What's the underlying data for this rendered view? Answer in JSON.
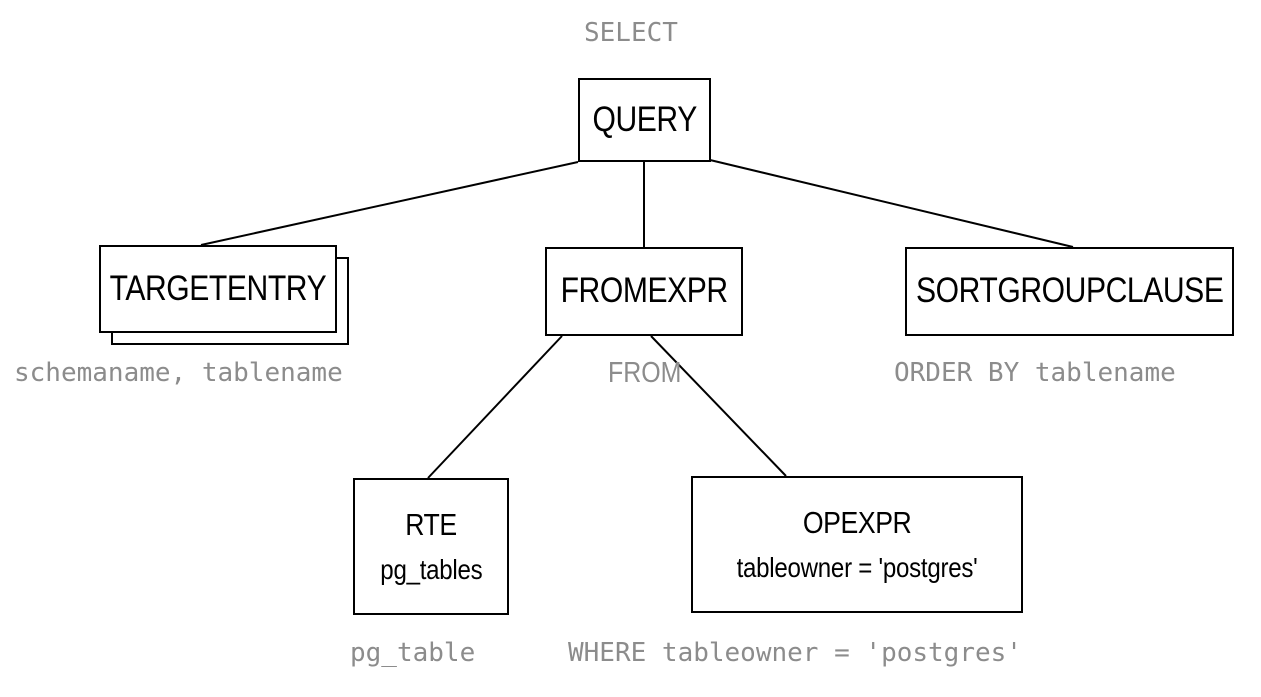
{
  "diagram": {
    "type": "query-parse-tree",
    "background_color": "#ffffff",
    "node_border_color": "#000000",
    "node_text_color": "#000000",
    "caption_color": "#8c8c8c",
    "edge_color": "#000000"
  },
  "nodes": {
    "query": {
      "title": "QUERY",
      "subtitle": ""
    },
    "targetentry": {
      "title": "TARGETENTRY",
      "subtitle": "",
      "stacked": "true"
    },
    "fromexpr": {
      "title": "FROMEXPR",
      "subtitle": ""
    },
    "sortgroupclause": {
      "title": "SORTGROUPCLAUSE",
      "subtitle": ""
    },
    "rte": {
      "title": "RTE",
      "subtitle": "pg_tables"
    },
    "opexpr": {
      "title": "OPEXPR",
      "subtitle": "tableowner = 'postgres'"
    }
  },
  "captions": {
    "select": "SELECT",
    "targetentry": "schemaname, tablename",
    "fromexpr": "FROM",
    "sortgroupclause": "ORDER BY tablename",
    "rte": "pg_table",
    "opexpr": "WHERE tableowner = 'postgres'"
  },
  "edges": [
    {
      "from": "query",
      "to": "targetentry"
    },
    {
      "from": "query",
      "to": "fromexpr"
    },
    {
      "from": "query",
      "to": "sortgroupclause"
    },
    {
      "from": "fromexpr",
      "to": "rte"
    },
    {
      "from": "fromexpr",
      "to": "opexpr"
    }
  ]
}
